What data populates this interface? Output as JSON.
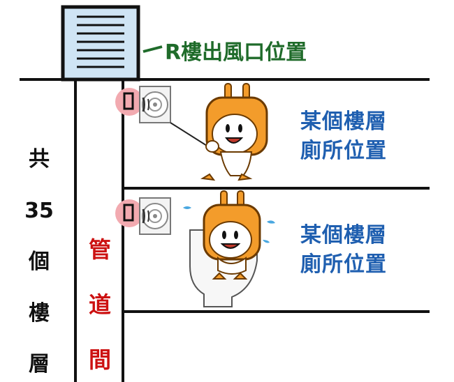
{
  "roof_label": "R樓出風口位置",
  "building_label": [
    "共",
    "35",
    "個",
    "樓",
    "層"
  ],
  "shaft_label": [
    "管",
    "道",
    "間"
  ],
  "floor_labels": [
    {
      "line1": "某個樓層",
      "line2": "廁所位置"
    },
    {
      "line1": "某個樓層",
      "line2": "廁所位置"
    }
  ],
  "colors": {
    "roof_label": "#1f6b2a",
    "shaft_label": "#cc1111",
    "floor_label": "#1f5fb0",
    "lines": "#111111",
    "roof_vent": "#cfe4f4",
    "fan_badge": "#f2aab0",
    "mascot_orange": "#f39c2b"
  }
}
